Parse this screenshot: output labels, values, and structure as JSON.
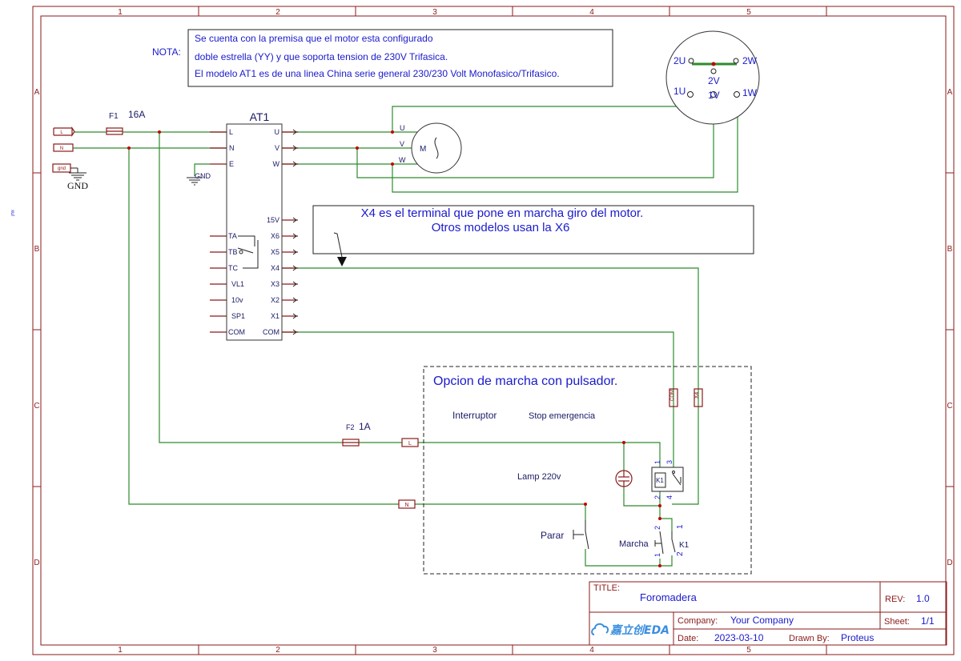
{
  "frame": {
    "columns": [
      "1",
      "2",
      "3",
      "4",
      "5"
    ],
    "rows": [
      "A",
      "B",
      "C",
      "D"
    ],
    "side_label": "xul"
  },
  "note": {
    "label": "NOTA:",
    "lines": [
      "Se cuenta con la premisa que el motor esta configurado",
      "doble estrella (YY) y que soporta tension de 230V Trifasica.",
      "El modelo AT1 es de una linea China serie general 230/230 Volt Monofasico/Trifasico."
    ]
  },
  "inputs": {
    "l": "L",
    "n": "N",
    "gnd": "gnd",
    "gnd_symbol": "GND"
  },
  "fuse1": {
    "name": "F1",
    "rating": "16A"
  },
  "fuse2": {
    "name": "F2",
    "rating": "1A"
  },
  "vfd": {
    "name": "AT1",
    "left_pins": [
      "L",
      "N",
      "E",
      "TA",
      "TB",
      "TC",
      "VL1",
      "10v",
      "SP1",
      "COM"
    ],
    "right_pins": [
      "U",
      "V",
      "W",
      "15V",
      "X6",
      "X5",
      "X4",
      "X3",
      "X2",
      "X1",
      "COM"
    ],
    "gnd_label": "GND"
  },
  "motor": {
    "pins": [
      "U",
      "V",
      "W"
    ],
    "symbol": "M"
  },
  "terminal_box": {
    "labels": [
      "2U",
      "2W",
      "2V",
      "1U",
      "1V",
      "1W"
    ]
  },
  "callout": {
    "line1": "X4 es el terminal que pone en marcha giro del motor.",
    "line2": "Otros modelos usan la X6"
  },
  "pushbutton_option": {
    "title": "Opcion de marcha con pulsador.",
    "interruptor": "Interruptor",
    "stop": "Stop emergencia",
    "lamp": "Lamp 220v",
    "parar": "Parar",
    "marcha": "Marcha",
    "relay": "K1",
    "relay_contact": "K1",
    "net_l": "L",
    "net_n": "N",
    "net_com": "COM",
    "net_x4": "X4",
    "pin_numbers": [
      "1",
      "3",
      "2",
      "4",
      "2",
      "1",
      "1",
      "2"
    ]
  },
  "title_block": {
    "title_label": "TITLE:",
    "title": "Foromadera",
    "rev_label": "REV:",
    "rev": "1.0",
    "company_label": "Company:",
    "company": "Your Company",
    "sheet_label": "Sheet:",
    "sheet": "1/1",
    "date_label": "Date:",
    "date": "2023-03-10",
    "drawn_label": "Drawn By:",
    "drawn": "Proteus",
    "logo_text": "嘉立创EDA"
  }
}
